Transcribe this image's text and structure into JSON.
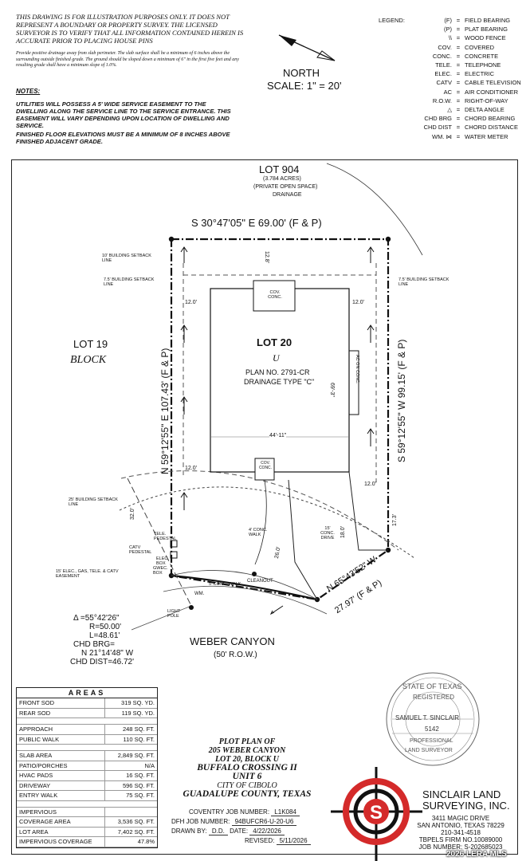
{
  "disclaimer": "THIS DRAWING IS FOR ILLUSTRATION PURPOSES ONLY. IT DOES NOT REPRESENT A BOUNDARY OR PROPERTY SURVEY. THE LICENSED SURVEYOR IS TO VERIFY THAT ALL INFORMATION CONTAINED HEREIN IS ACCURATE PRIOR TO PLACING HOUSE PINS",
  "grading_note": "Provide positive drainage away from slab perimeter. The slab surface shall be a minimum of 6 inches above the surrounding outside finished grade. The ground should be sloped down a minimum of 6\" in the first five feet and any resulting grade shall have a minimum slope of 1.0%.",
  "notes_heading": "NOTES:",
  "note_utilities": "UTILITIES WILL POSSESS A 5' WIDE SERVICE EASEMENT TO THE DWELLING ALONG THE SERVICE LINE TO THE SERVICE ENTRANCE. THIS EASEMENT WILL VARY DEPENDING UPON LOCATION OF DWELLING AND SERVICE.",
  "note_floor": "FINISHED FLOOR ELEVATIONS MUST BE A MINIMUM OF 8 INCHES ABOVE FINISHED ADJACENT GRADE.",
  "north": "NORTH",
  "scale": "SCALE:  1\" = 20'",
  "legend": {
    "title": "LEGEND:",
    "items": [
      {
        "code": "(F)",
        "text": "FIELD BEARING"
      },
      {
        "code": "(P)",
        "text": "PLAT BEARING"
      },
      {
        "code": "\\\\",
        "text": "WOOD FENCE"
      },
      {
        "code": "COV.",
        "text": "COVERED"
      },
      {
        "code": "CONC.",
        "text": "CONCRETE"
      },
      {
        "code": "TELE.",
        "text": "TELEPHONE"
      },
      {
        "code": "ELEC.",
        "text": "ELECTRIC"
      },
      {
        "code": "CATV",
        "text": "CABLE TELEVISION"
      },
      {
        "code": "AC",
        "text": "AIR CONDITIONER"
      },
      {
        "code": "R.O.W.",
        "text": "RIGHT-OF-WAY"
      },
      {
        "code": "△",
        "text": "DELTA ANGLE"
      },
      {
        "code": "CHD BRG",
        "text": "CHORD BEARING"
      },
      {
        "code": "CHD DIST",
        "text": "CHORD DISTANCE"
      },
      {
        "code": "WM. ⋈",
        "text": "WATER METER"
      }
    ]
  },
  "plan": {
    "lot904": "LOT 904",
    "lot904_sub1": "(3.784 ACRES)",
    "lot904_sub2": "(PRIVATE OPEN SPACE)",
    "lot904_sub3": "DRAINAGE",
    "top_bearing": "S 30°47'05\" E 69.00' (F & P)",
    "left_bearing": "N 59°12'55\" E 107.43' (F & P)",
    "right_bearing": "S 59°12'55\" W 99.15' (F & P)",
    "bottom_bearing": "N 65°43'52\" W",
    "bottom_dist": "27.97' (F & P)",
    "lot19": "LOT 19",
    "block": "BLOCK",
    "lot20": "LOT 20",
    "block_u": "U",
    "plan_no": "PLAN NO. 2791-CR",
    "drainage": "DRAINAGE TYPE \"C\"",
    "dim_44": "44'-11\"",
    "dim_69": "69'-3\"",
    "dim_12_8": "12.8'",
    "dim_12_0": "12.0'",
    "dim_32_0": "32.0'",
    "dim_26_0": "26.0'",
    "dim_18_0": "18.0'",
    "dim_17_3": "17.3'",
    "bsl10": "10' BUILDING SETBACK LINE",
    "bsl75_l": "7.5' BUILDING SETBACK LINE",
    "bsl75_r": "7.5' BUILDING SETBACK LINE",
    "bsl25": "25' BUILDING SETBACK LINE",
    "cov_conc": "COV. CONC.",
    "ac_conc": "AC ON CONC.",
    "walk4": "4' CONC. WALK",
    "walk5": "5' CONC. WALK",
    "drive15": "15' CONC. DRIVE",
    "tele_ped": "TELE. PEDESTAL",
    "catv_ped": "CATV PEDESTAL",
    "elec_box": "ELEC. BOX",
    "gwec_box": "GWEC. BOX",
    "easement": "15' ELEC., GAS, TELE. & CATV EASEMENT",
    "cleanout": "CLEANOUT",
    "wm": "WM.",
    "light_pole": "LIGHT POLE",
    "curve_delta": "Δ =55°42'26\"",
    "curve_r": "R=50.00'",
    "curve_l": "L=48.61'",
    "curve_brg": "CHD BRG=",
    "curve_brg2": "N 21°14'48\" W",
    "curve_dist": "CHD DIST=46.72'",
    "street": "WEBER CANYON",
    "row": "(50' R.O.W.)"
  },
  "areas": {
    "title": "AREAS",
    "groups": [
      [
        {
          "k": "FRONT SOD",
          "v": "319 SQ. YD."
        },
        {
          "k": "REAR SOD",
          "v": "119 SQ. YD."
        }
      ],
      [
        {
          "k": "APPROACH",
          "v": "248 SQ. FT."
        },
        {
          "k": "PUBLIC WALK",
          "v": "110 SQ. FT."
        }
      ],
      [
        {
          "k": "SLAB AREA",
          "v": "2,849 SQ. FT."
        },
        {
          "k": "PATIO/PORCHES",
          "v": "N/A"
        },
        {
          "k": "HVAC PADS",
          "v": "16 SQ. FT."
        },
        {
          "k": "DRIVEWAY",
          "v": "596 SQ. FT."
        },
        {
          "k": "ENTRY WALK",
          "v": "75 SQ. FT."
        }
      ],
      [
        {
          "k": "IMPERVIOUS",
          "v": ""
        },
        {
          "k": "COVERAGE AREA",
          "v": "3,536 SQ. FT."
        },
        {
          "k": "LOT AREA",
          "v": "7,402 SQ. FT."
        },
        {
          "k": "IMPERVIOUS COVERAGE",
          "v": "47.8%"
        }
      ]
    ]
  },
  "title_block": {
    "l1": "PLOT PLAN OF",
    "l2": "205 WEBER CANYON",
    "l3": "LOT 20, BLOCK U",
    "l4": "BUFFALO CROSSING II",
    "l5": "UNIT 6",
    "l6": "CITY OF CIBOLO",
    "l7": "GUADALUPE COUNTY, TEXAS"
  },
  "info": {
    "coventry_label": "COVENTRY JOB NUMBER:",
    "coventry": "L1K084",
    "dfh_label": "DFH JOB NUMBER:",
    "dfh": "94BUFCR6-U-20-U6",
    "drawn_label": "DRAWN BY:",
    "drawn": "D.D.",
    "date_label": "DATE:",
    "date": "4/22/2026",
    "revised_label": "REVISED:",
    "revised": "5/11/2026"
  },
  "seal": {
    "l1": "STATE OF TEXAS",
    "l2": "REGISTERED",
    "l3": "SAMUEL T. SINCLAIR",
    "l4": "5142",
    "l5": "PROFESSIONAL",
    "l6": "LAND SURVEYOR"
  },
  "company": {
    "name1": "SINCLAIR LAND",
    "name2": "SURVEYING, INC.",
    "addr1": "3411 MAGIC DRIVE",
    "addr2": "SAN ANTONIO, TEXAS 78229",
    "phone": "210-341-4518",
    "firm": "TBPELS FIRM NO.10089000",
    "job": "JOB NUMBER: S-202685023"
  },
  "mls": "2026 LERA MLS",
  "colors": {
    "logo_red": "#d42a2a"
  }
}
